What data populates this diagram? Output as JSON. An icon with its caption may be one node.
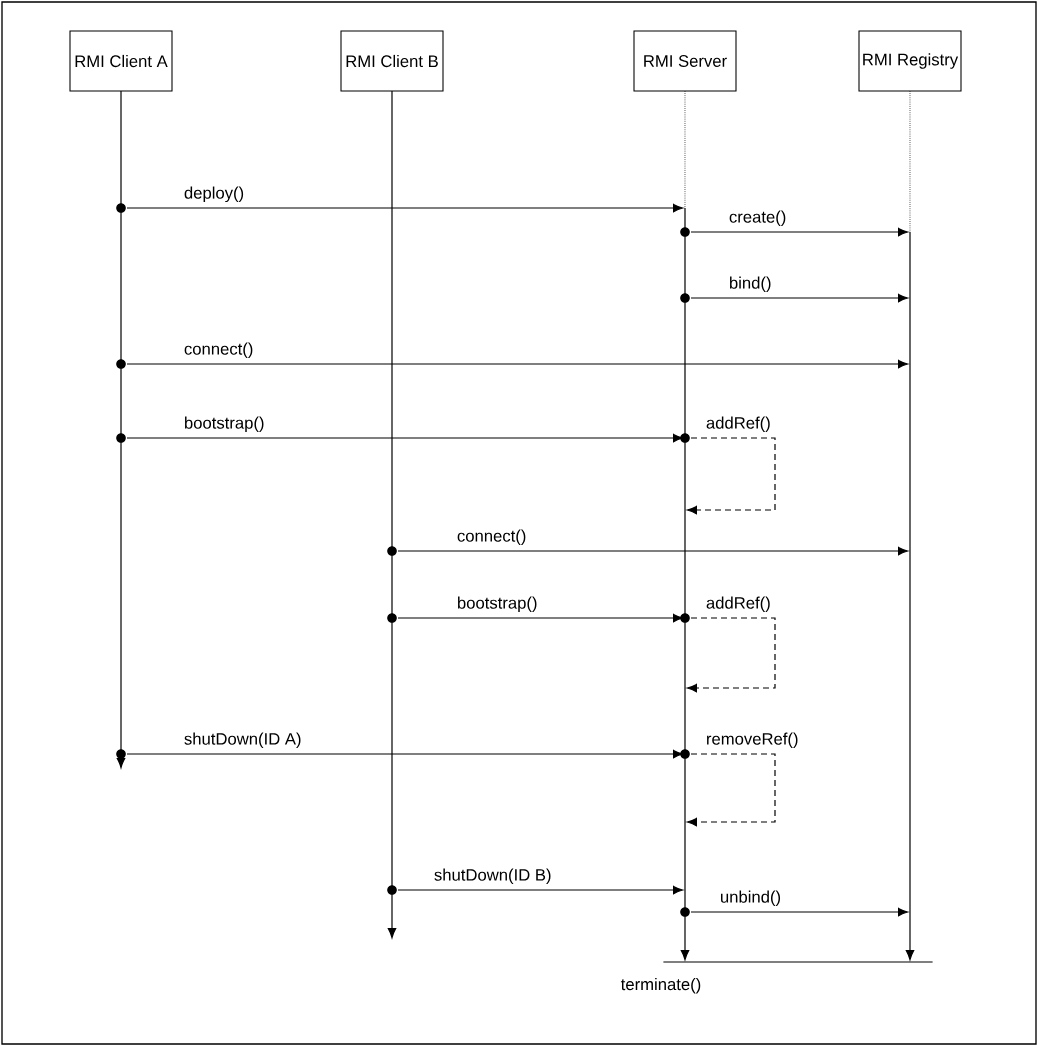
{
  "diagram": {
    "nodes": [
      {
        "text": [
          "RMI Client A"
        ]
      },
      {
        "text": [
          "RMI Client B"
        ]
      },
      {
        "text": [
          "RMI Server"
        ]
      },
      {
        "text": [
          "RMI Registry"
        ]
      },
      {
        "text": [],
        "shape": "line"
      },
      {
        "text": [],
        "shape": "line"
      },
      {
        "text": [],
        "shape": "line"
      },
      {
        "text": [],
        "shape": "line"
      },
      {
        "text": [],
        "shape": "bar",
        "beside": [
          "terminate()"
        ]
      }
    ],
    "edges": [
      {
        "from": 4,
        "to": 6,
        "arrow": "to",
        "label": "deploy()"
      },
      {
        "from": 6,
        "to": 7,
        "arrow": "to",
        "label": "create()"
      },
      {
        "from": 6,
        "to": 7,
        "arrow": "to",
        "label": "bind()"
      },
      {
        "from": 4,
        "to": 7,
        "arrow": "to",
        "label": "connect()"
      },
      {
        "from": 4,
        "to": 6,
        "arrow": "to",
        "label": "bootstrap()"
      },
      {
        "from": 6,
        "to": 6,
        "arrow": "to",
        "label": "addRef()",
        "style": "dashed"
      },
      {
        "from": 5,
        "to": 7,
        "arrow": "to",
        "label": "connect()"
      },
      {
        "from": 5,
        "to": 6,
        "arrow": "to",
        "label": "bootstrap()"
      },
      {
        "from": 6,
        "to": 6,
        "arrow": "to",
        "label": "addRef()",
        "style": "dashed"
      },
      {
        "from": 4,
        "to": 6,
        "arrow": "to",
        "label": "shutDown(ID A)"
      },
      {
        "from": 6,
        "to": 6,
        "arrow": "to",
        "label": "removeRef()",
        "style": "dashed"
      },
      {
        "from": 5,
        "to": 6,
        "arrow": "to",
        "label": "shutDown(ID B)"
      },
      {
        "from": 6,
        "to": 7,
        "arrow": "to",
        "label": "unbind()"
      }
    ]
  }
}
